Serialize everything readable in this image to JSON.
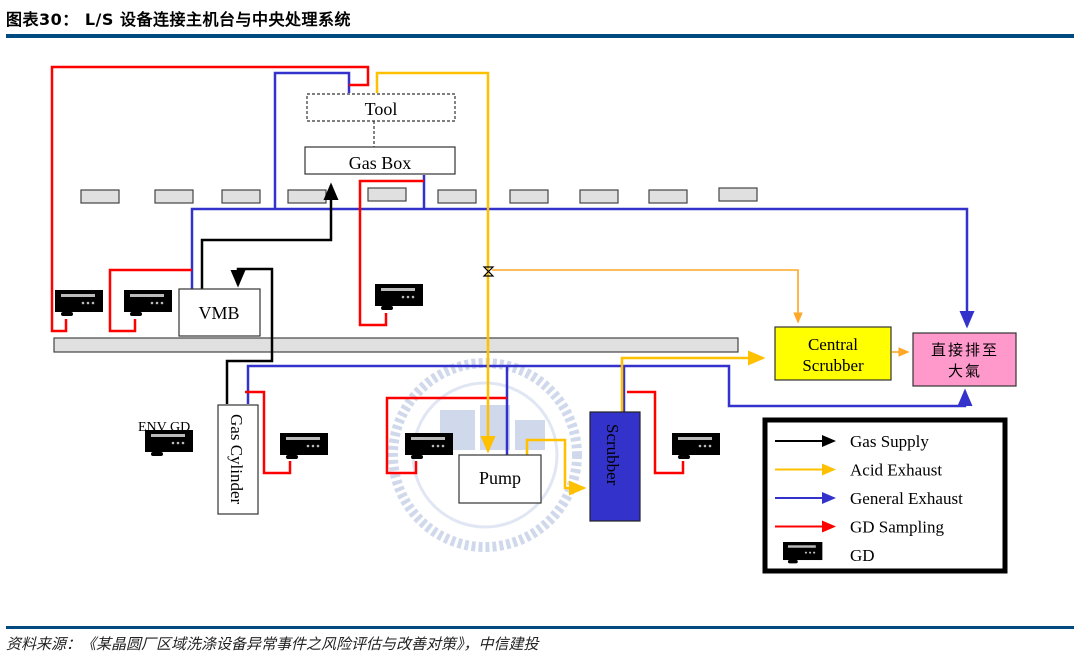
{
  "header": {
    "title": "图表30： L/S 设备连接主机台与中央处理系统"
  },
  "footer": {
    "source": "资料来源：《某晶圆厂区域洗涤设备异常事件之风险评估与改善对策》，中信建投"
  },
  "diagram": {
    "nodes": {
      "tool": "Tool",
      "gas_box": "Gas Box",
      "vmb": "VMB",
      "gas_cylinder": "Gas Cylinder",
      "pump": "Pump",
      "scrubber": "Scrubber",
      "central_scrubber_line1": "Central",
      "central_scrubber_line2": "Scrubber",
      "exhaust_line1": "直接排至",
      "exhaust_line2": "大氣",
      "env_gd": "ENV GD"
    },
    "legend": [
      {
        "label": "Gas Supply",
        "color": "#000000",
        "kind": "arrow"
      },
      {
        "label": "Acid Exhaust",
        "color": "#ffc000",
        "kind": "arrow"
      },
      {
        "label": "General Exhaust",
        "color": "#3333cc",
        "kind": "arrow"
      },
      {
        "label": "GD Sampling",
        "color": "#ff0000",
        "kind": "arrow"
      },
      {
        "label": "GD",
        "color": "#000000",
        "kind": "gd-icon"
      }
    ],
    "colors": {
      "gas_supply": "#000000",
      "acid_exhaust": "#ffc000",
      "acid_exhaust_light": "#ffa726",
      "general_exhaust": "#3333cc",
      "gd_sampling": "#ff0000",
      "scrubber_fill": "#3333cc",
      "central_scrubber_fill": "#ffff00",
      "exhaust_fill": "#ff99cc",
      "duct_fill": "#e0e0e0"
    }
  }
}
